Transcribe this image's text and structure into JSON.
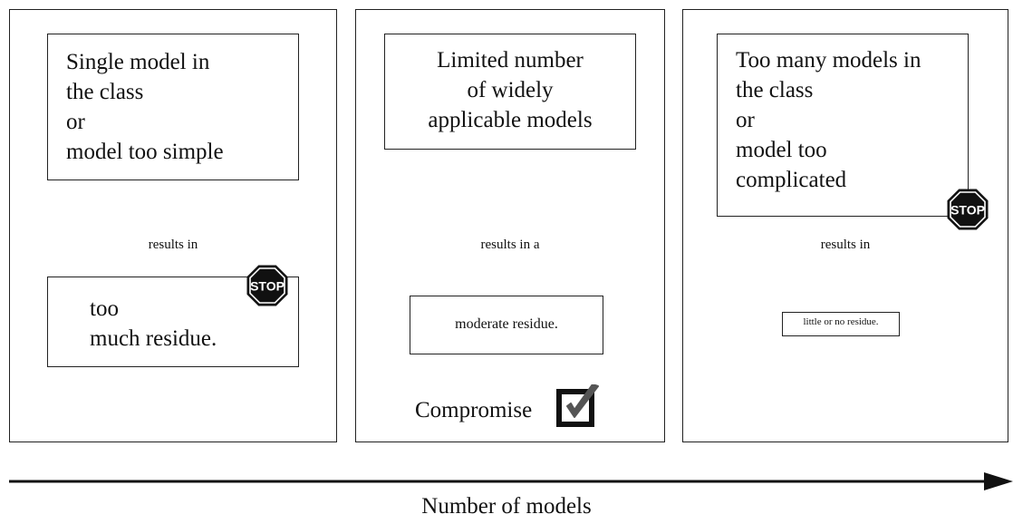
{
  "panels": [
    {
      "model_lines": [
        "Single model in",
        "the class",
        "or",
        "model too simple"
      ],
      "connector": "results in",
      "residue_lines": [
        "too",
        "much residue."
      ],
      "stop_text": "STOP"
    },
    {
      "model_lines": [
        "Limited number",
        "of widely",
        "applicable models"
      ],
      "connector": "results in a",
      "residue": "moderate residue.",
      "compromise_label": "Compromise"
    },
    {
      "model_lines": [
        "Too many models in",
        "the class",
        "or",
        "model too",
        "complicated"
      ],
      "connector": "results in",
      "residue": "little or no residue.",
      "stop_text": "STOP"
    }
  ],
  "axis": {
    "label": "Number of models"
  },
  "colors": {
    "stroke": "#222222",
    "stop_fill": "#111111",
    "check": "#555555"
  },
  "icons": [
    "stop-sign-icon",
    "checkmark-box-icon",
    "arrow-right-icon"
  ]
}
